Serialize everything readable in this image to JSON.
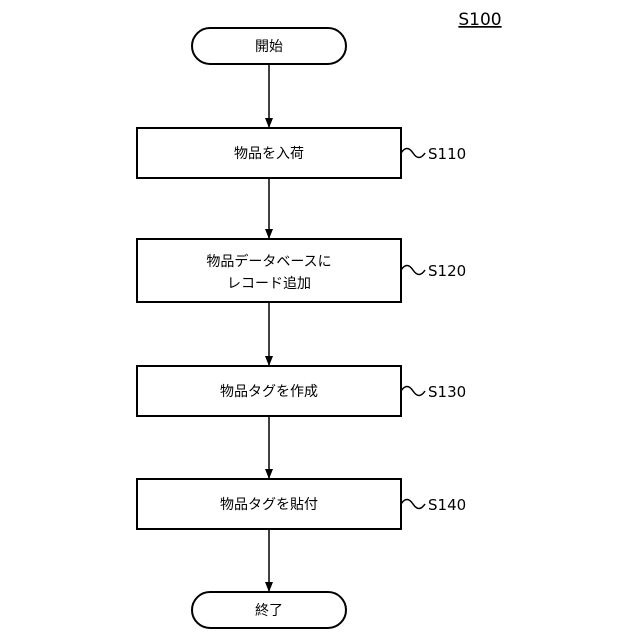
{
  "figure_label": "S100",
  "nodes": [
    {
      "id": "start",
      "shape": "terminal",
      "lines": [
        "開始"
      ]
    },
    {
      "id": "s110",
      "shape": "process",
      "lines": [
        "物品を入荷"
      ],
      "step": "S110"
    },
    {
      "id": "s120",
      "shape": "process",
      "lines": [
        "物品データベースに",
        "レコード追加"
      ],
      "step": "S120"
    },
    {
      "id": "s130",
      "shape": "process",
      "lines": [
        "物品タグを作成"
      ],
      "step": "S130"
    },
    {
      "id": "s140",
      "shape": "process",
      "lines": [
        "物品タグを貼付"
      ],
      "step": "S140"
    },
    {
      "id": "end",
      "shape": "terminal",
      "lines": [
        "終了"
      ]
    }
  ],
  "edges": [
    {
      "from": "start",
      "to": "s110"
    },
    {
      "from": "s110",
      "to": "s120"
    },
    {
      "from": "s120",
      "to": "s130"
    },
    {
      "from": "s130",
      "to": "s140"
    },
    {
      "from": "s140",
      "to": "end"
    }
  ]
}
